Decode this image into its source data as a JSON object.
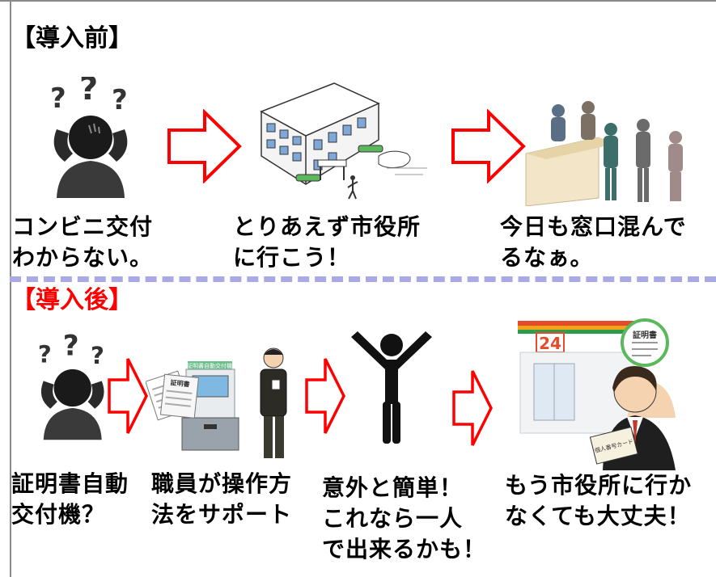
{
  "sections": {
    "before": {
      "heading": "【導入前】",
      "steps": [
        {
          "caption": "コンビニ交付\nわからない。",
          "icon": "confused-person-icon"
        },
        {
          "caption": "とりあえず市役所\nに行こう！",
          "icon": "city-hall-building-icon"
        },
        {
          "caption": "今日も窓口混んで\nるなぁ。",
          "icon": "crowded-counter-icon"
        }
      ]
    },
    "after": {
      "heading": "【導入後】",
      "kiosk_label": "証明書自動交付機",
      "document_label": "証明書",
      "store_sign": "24",
      "card_label": "個人番号カード",
      "steps": [
        {
          "caption": "証明書自動\n交付機？",
          "icon": "confused-person-icon"
        },
        {
          "caption": "職員が操作方\n法をサポート",
          "icon": "kiosk-with-staff-icon"
        },
        {
          "caption": "意外と簡単！\nこれなら一人\nで出来るかも！",
          "icon": "cheering-person-icon"
        },
        {
          "caption": "もう市役所に行か\nなくても大丈夫！",
          "icon": "convenience-store-icon"
        }
      ]
    }
  },
  "colors": {
    "arrow": "#ff0000",
    "divider": "#a9a9e6",
    "after_heading": "#ff0000",
    "frame": "#8a8a8a"
  }
}
